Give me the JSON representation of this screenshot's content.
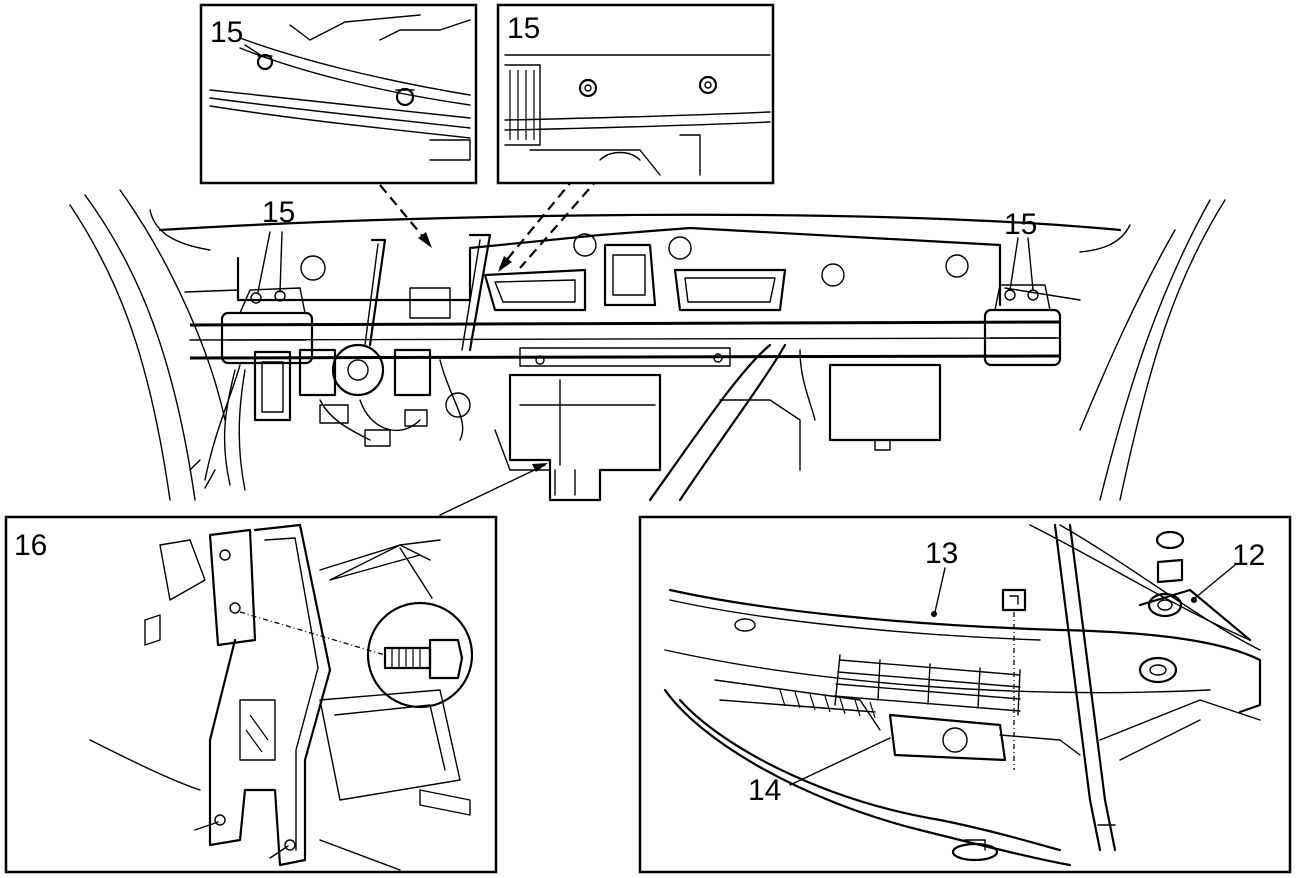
{
  "callouts": {
    "inset_top_left": "15",
    "inset_top_center": "15",
    "main_left": "15",
    "main_right": "15",
    "inset_bottom_left": "16",
    "windscreen": "13",
    "hood_hinge": "12",
    "wiper_arm": "14"
  }
}
